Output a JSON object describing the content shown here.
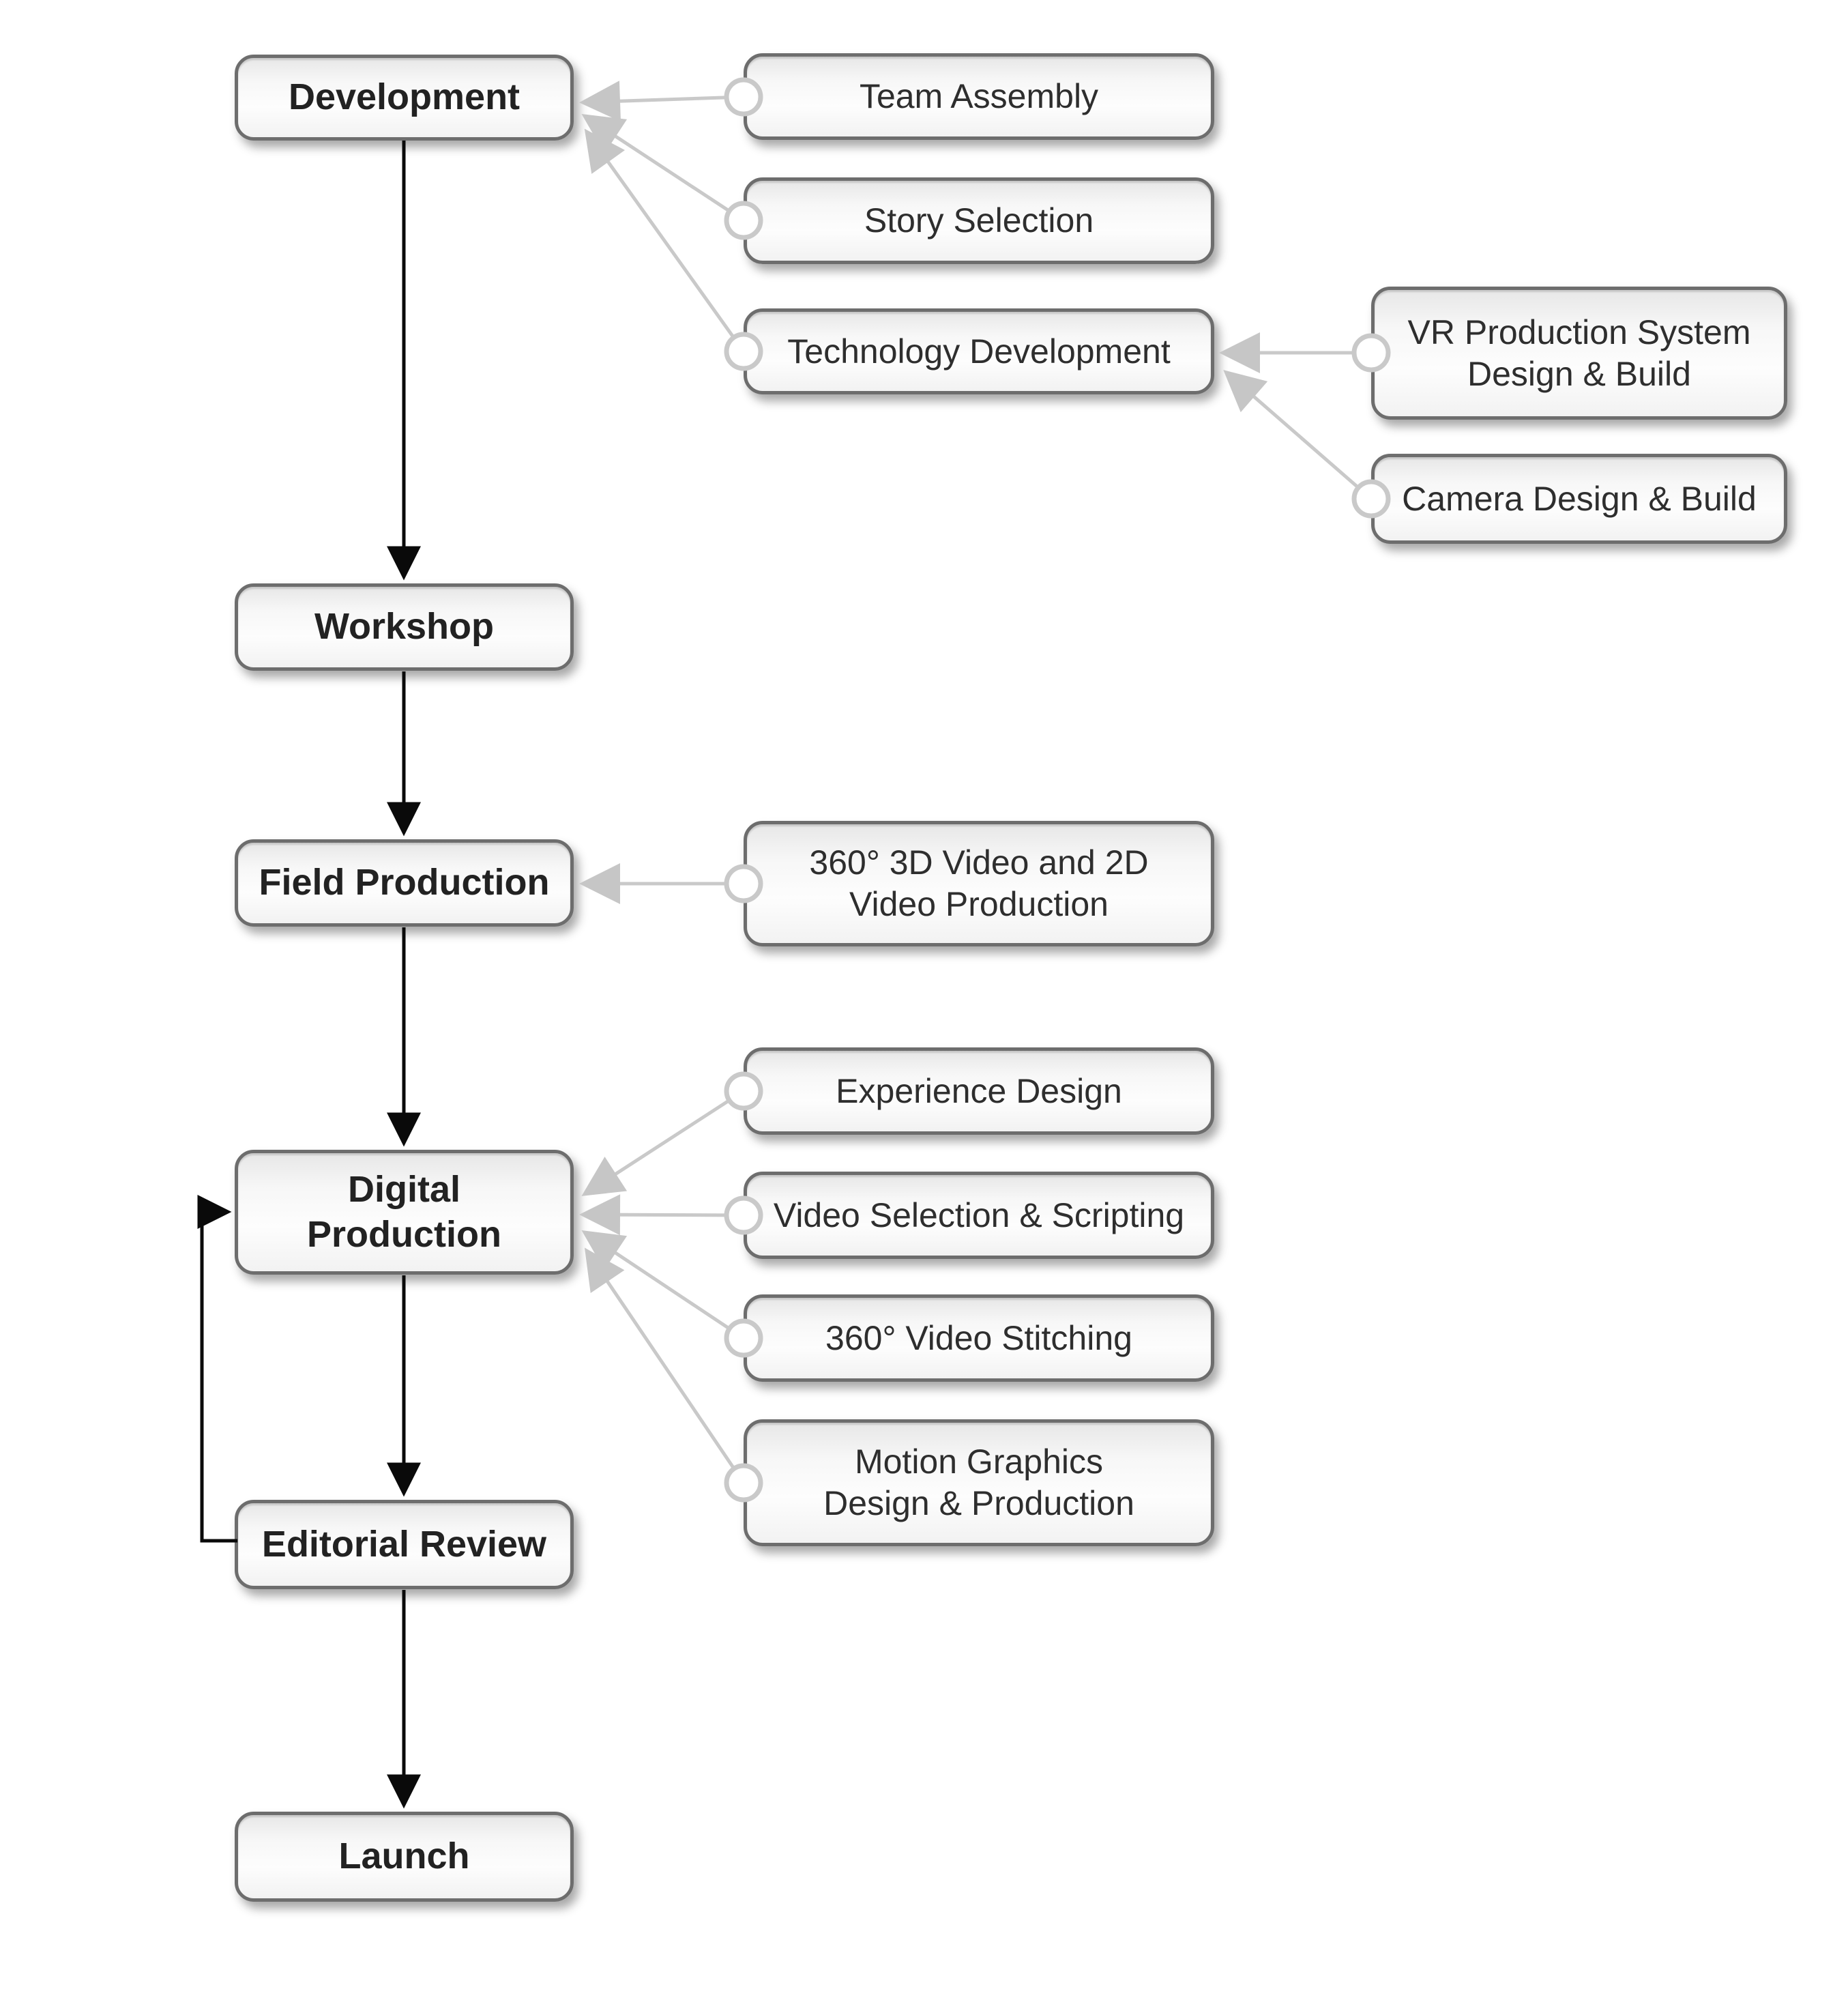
{
  "diagram": {
    "title": "VR journalism production workflow flowchart",
    "colors": {
      "background": "#ffffff",
      "box_border": "#6d6d6d",
      "box_fill_top": "#e7e7e7",
      "box_fill_bottom": "#f2f2f2",
      "main_text": "#222222",
      "branch_text": "#2e2e2e",
      "flow_line": "#0a0a0a",
      "branch_line": "#c9c9c9"
    },
    "main_flow": [
      {
        "label": "Development"
      },
      {
        "label": "Workshop"
      },
      {
        "label": "Field Production"
      },
      {
        "label": "Digital\nProduction"
      },
      {
        "label": "Editorial Review"
      },
      {
        "label": "Launch"
      }
    ],
    "branches": [
      {
        "label": "Team Assembly",
        "parent": "Development"
      },
      {
        "label": "Story Selection",
        "parent": "Development"
      },
      {
        "label": "Technology Development",
        "parent": "Development"
      },
      {
        "label": "VR Production System\nDesign & Build",
        "parent": "Technology Development"
      },
      {
        "label": "Camera Design & Build",
        "parent": "Technology Development"
      },
      {
        "label": "360° 3D Video and 2D\nVideo Production",
        "parent": "Field Production"
      },
      {
        "label": "Experience Design",
        "parent": "Digital Production"
      },
      {
        "label": "Video Selection & Scripting",
        "parent": "Digital Production"
      },
      {
        "label": "360° Video Stitching",
        "parent": "Digital Production"
      },
      {
        "label": "Motion Graphics\nDesign & Production",
        "parent": "Digital Production"
      }
    ],
    "feedback_loop": {
      "from": "Editorial Review",
      "to": "Digital Production"
    }
  }
}
